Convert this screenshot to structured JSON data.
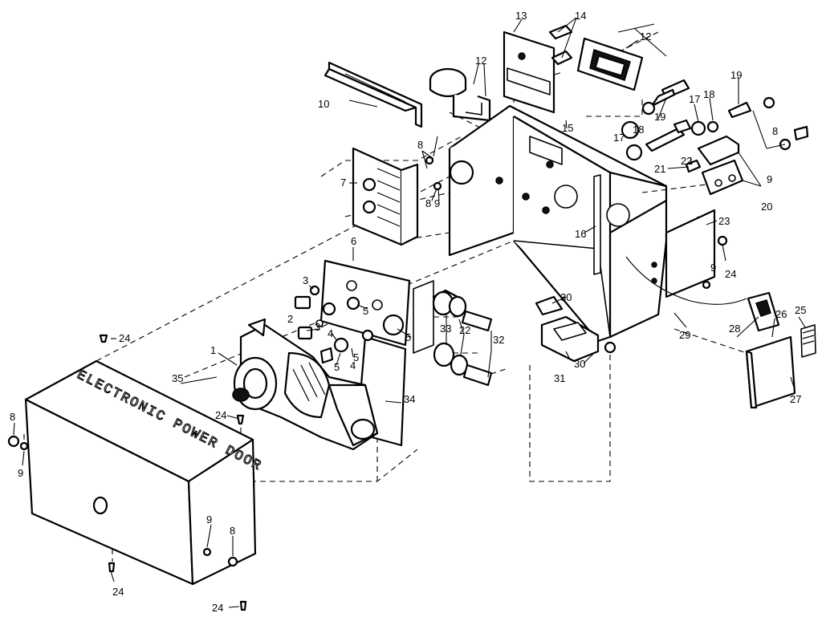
{
  "cover_text": "ELECTRONIC POWER DOOR",
  "callouts": [
    {
      "id": "c1",
      "label": "1"
    },
    {
      "id": "c2",
      "label": "2"
    },
    {
      "id": "c3a",
      "label": "3"
    },
    {
      "id": "c3b",
      "label": "3"
    },
    {
      "id": "c4a",
      "label": "4"
    },
    {
      "id": "c4b",
      "label": "4"
    },
    {
      "id": "c5a",
      "label": "5"
    },
    {
      "id": "c5b",
      "label": "5"
    },
    {
      "id": "c5c",
      "label": "5"
    },
    {
      "id": "c5d",
      "label": "5"
    },
    {
      "id": "c6",
      "label": "6"
    },
    {
      "id": "c7",
      "label": "7"
    },
    {
      "id": "c8a",
      "label": "8"
    },
    {
      "id": "c8b",
      "label": "8"
    },
    {
      "id": "c8c",
      "label": "8"
    },
    {
      "id": "c8d",
      "label": "8"
    },
    {
      "id": "c8e",
      "label": "8"
    },
    {
      "id": "c9a",
      "label": "9"
    },
    {
      "id": "c9b",
      "label": "9"
    },
    {
      "id": "c9c",
      "label": "9"
    },
    {
      "id": "c9d",
      "label": "9"
    },
    {
      "id": "c9e",
      "label": "9"
    },
    {
      "id": "c10",
      "label": "10"
    },
    {
      "id": "c12a",
      "label": "12"
    },
    {
      "id": "c12b",
      "label": "12"
    },
    {
      "id": "c13",
      "label": "13"
    },
    {
      "id": "c14",
      "label": "14"
    },
    {
      "id": "c15",
      "label": "15"
    },
    {
      "id": "c16",
      "label": "16"
    },
    {
      "id": "c17a",
      "label": "17"
    },
    {
      "id": "c17b",
      "label": "17"
    },
    {
      "id": "c18a",
      "label": "18"
    },
    {
      "id": "c18b",
      "label": "18"
    },
    {
      "id": "c19a",
      "label": "19"
    },
    {
      "id": "c19b",
      "label": "19"
    },
    {
      "id": "c20",
      "label": "20"
    },
    {
      "id": "c21",
      "label": "21"
    },
    {
      "id": "c22a",
      "label": "22"
    },
    {
      "id": "c22b",
      "label": "22"
    },
    {
      "id": "c23",
      "label": "23"
    },
    {
      "id": "c24a",
      "label": "24"
    },
    {
      "id": "c24b",
      "label": "24"
    },
    {
      "id": "c24c",
      "label": "24"
    },
    {
      "id": "c24d",
      "label": "24"
    },
    {
      "id": "c24e",
      "label": "24"
    },
    {
      "id": "c25",
      "label": "25"
    },
    {
      "id": "c26",
      "label": "26"
    },
    {
      "id": "c27",
      "label": "27"
    },
    {
      "id": "c28",
      "label": "28"
    },
    {
      "id": "c29",
      "label": "29"
    },
    {
      "id": "c30a",
      "label": "30"
    },
    {
      "id": "c30b",
      "label": "30"
    },
    {
      "id": "c31",
      "label": "31"
    },
    {
      "id": "c32",
      "label": "32"
    },
    {
      "id": "c33",
      "label": "33"
    },
    {
      "id": "c34",
      "label": "34"
    },
    {
      "id": "c35",
      "label": "35"
    }
  ]
}
